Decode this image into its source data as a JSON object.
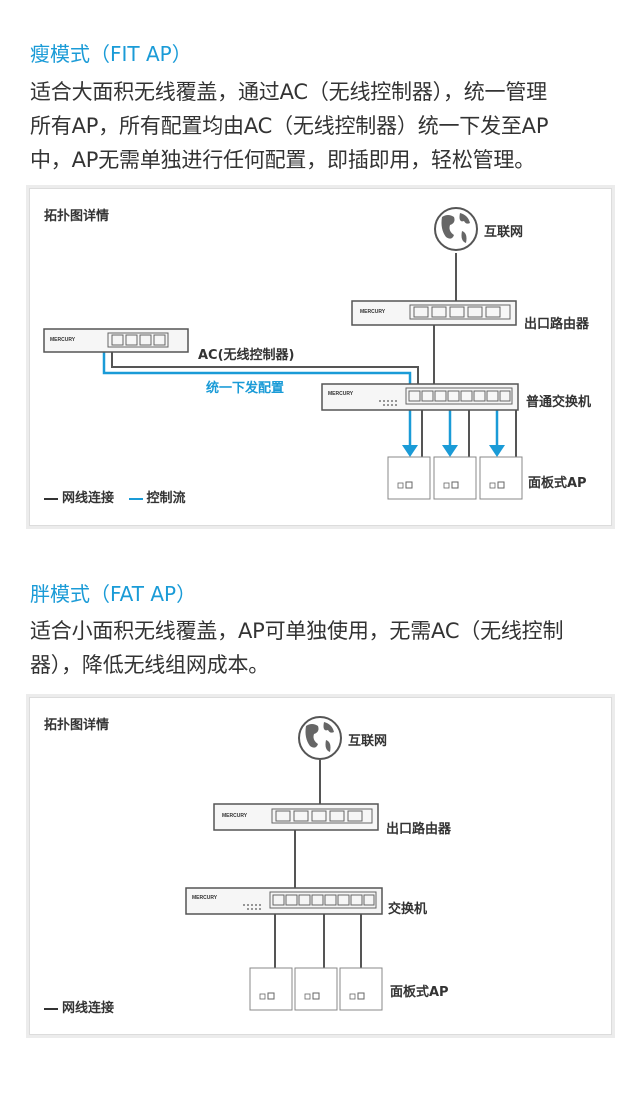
{
  "fit": {
    "title": "瘦模式（FIT AP）",
    "desc_lines": [
      "适合大面积无线覆盖，通过AC（无线控制器），统一管理",
      "所有AP，所有配置均由AC（无线控制器）统一下发至AP",
      "中，AP无需单独进行任何配置，即插即用，轻松管理。"
    ],
    "panel_title": "拓扑图详情",
    "labels": {
      "internet": "互联网",
      "router": "出口路由器",
      "ac": "AC(无线控制器)",
      "push": "统一下发配置",
      "switch": "普通交换机",
      "panel_ap": "面板式AP"
    },
    "legend": {
      "cable": "网线连接",
      "control": "控制流"
    }
  },
  "fat": {
    "title": "胖模式（FAT AP）",
    "desc_lines": [
      "适合小面积无线覆盖，AP可单独使用，无需AC（无线控制",
      "器），降低无线组网成本。"
    ],
    "panel_title": "拓扑图详情",
    "labels": {
      "internet": "互联网",
      "router": "出口路由器",
      "switch": "交换机",
      "panel_ap": "面板式AP"
    },
    "legend": {
      "cable": "网线连接"
    }
  },
  "device_brand": "MERCURY",
  "colors": {
    "accent": "#1a9bd7",
    "text": "#333333",
    "line": "#555555"
  }
}
